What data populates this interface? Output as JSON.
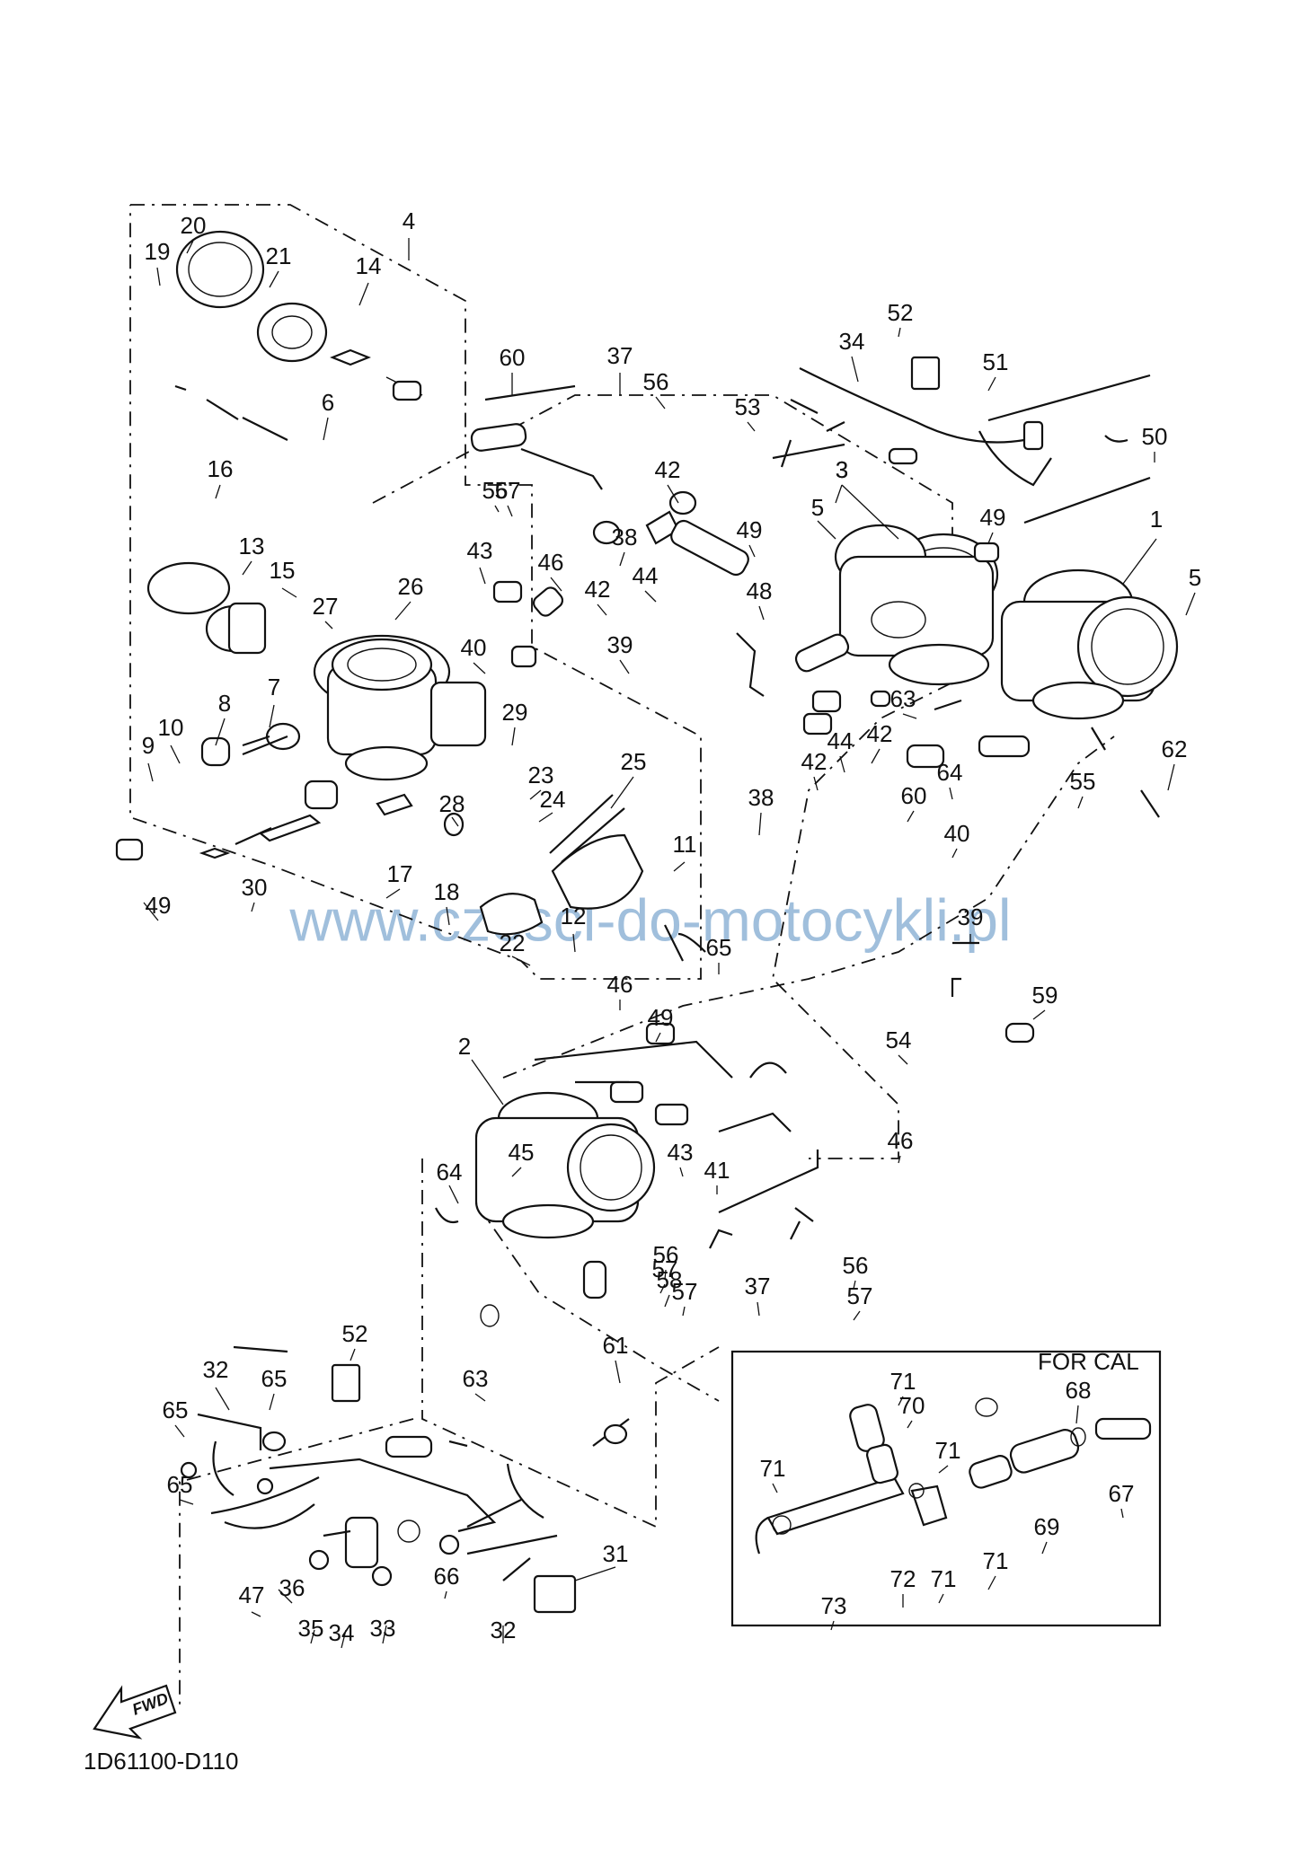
{
  "diagram": {
    "code": "1D61100-D110",
    "watermark": "www.czesci-do-motocykli.pl",
    "for_cal_label": "FOR CAL",
    "fwd_label": "FWD",
    "callouts": [
      "1",
      "2",
      "3",
      "3",
      "4",
      "5",
      "5",
      "6",
      "7",
      "8",
      "9",
      "10",
      "11",
      "12",
      "13",
      "14",
      "15",
      "16",
      "17",
      "18",
      "19",
      "20",
      "21",
      "22",
      "23",
      "24",
      "25",
      "26",
      "27",
      "28",
      "29",
      "30",
      "31",
      "32",
      "32",
      "33",
      "34",
      "34",
      "35",
      "36",
      "37",
      "37",
      "38",
      "38",
      "39",
      "39",
      "40",
      "40",
      "41",
      "42",
      "42",
      "42",
      "42",
      "43",
      "43",
      "44",
      "44",
      "45",
      "46",
      "46",
      "46",
      "47",
      "48",
      "49",
      "49",
      "49",
      "49",
      "50",
      "51",
      "52",
      "52",
      "53",
      "54",
      "55",
      "56",
      "56",
      "56",
      "56",
      "57",
      "57",
      "57",
      "57",
      "58",
      "59",
      "60",
      "60",
      "61",
      "62",
      "63",
      "63",
      "64",
      "64",
      "65",
      "65",
      "65",
      "65",
      "66",
      "67",
      "68",
      "69",
      "70",
      "71",
      "71",
      "71",
      "71",
      "71",
      "72",
      "73"
    ]
  }
}
